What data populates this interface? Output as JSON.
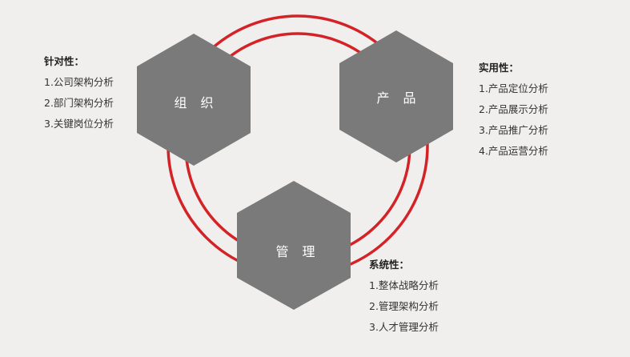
{
  "colors": {
    "background": "#f0efed",
    "ring": "#d42327",
    "hexagon": "#7a7a7a",
    "hexagon_text": "#ffffff",
    "note_text": "#333333"
  },
  "hexagons": {
    "org": {
      "label": "组 织"
    },
    "product": {
      "label": "产 品"
    },
    "manage": {
      "label": "管 理"
    }
  },
  "notes": {
    "org": {
      "title": "针对性：",
      "items": [
        "1.公司架构分析",
        "2.部门架构分析",
        "3.关键岗位分析"
      ]
    },
    "product": {
      "title": "实用性：",
      "items": [
        "1.产品定位分析",
        "2.产品展示分析",
        "3.产品推广分析",
        "4.产品运营分析"
      ]
    },
    "manage": {
      "title": "系统性：",
      "items": [
        "1.整体战略分析",
        "2.管理架构分析",
        "3.人才管理分析"
      ]
    }
  }
}
